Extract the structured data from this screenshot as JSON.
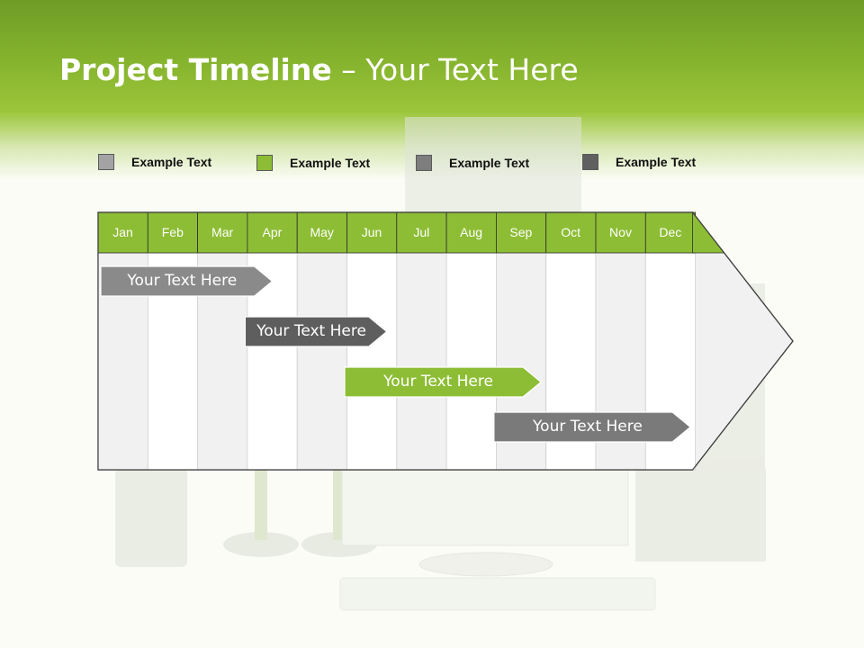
{
  "slide": {
    "title_bold": "Project Timeline",
    "title_rest": " – Your Text Here"
  },
  "legend": [
    {
      "label": "Example Text",
      "color": "#a3a3a3"
    },
    {
      "label": "Example Text",
      "color": "#8dbd35"
    },
    {
      "label": "Example Text",
      "color": "#7d7d7d"
    },
    {
      "label": "Example Text",
      "color": "#606060"
    }
  ],
  "timeline": {
    "months": [
      "Jan",
      "Feb",
      "Mar",
      "Apr",
      "May",
      "Jun",
      "Jul",
      "Aug",
      "Sep",
      "Oct",
      "Nov",
      "Dec"
    ],
    "header_color": "#8dbd35",
    "tasks": [
      {
        "label": "Your  Text Here",
        "start_month": 1,
        "end_month": 4.5,
        "color": "#8a8a8a"
      },
      {
        "label": "Your  Text Here",
        "start_month": 3.9,
        "end_month": 6.8,
        "color": "#5e5e5e"
      },
      {
        "label": "Your  Text Here",
        "start_month": 5.9,
        "end_month": 9.9,
        "color": "#8dbd35"
      },
      {
        "label": "Your  Text Here",
        "start_month": 8.9,
        "end_month": 12.9,
        "color": "#7a7a7a"
      }
    ]
  }
}
